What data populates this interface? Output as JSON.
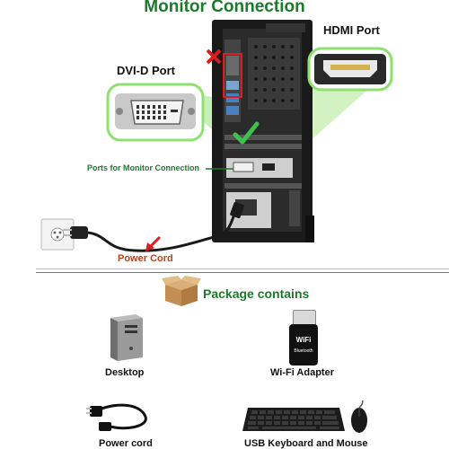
{
  "title": "Monitor Connection",
  "callouts": {
    "hdmi": "HDMI Port",
    "dvi": "DVI-D Port",
    "ports": "Ports for Monitor Connection",
    "power_cord": "Power Cord"
  },
  "package": {
    "heading": "Package contains",
    "items": [
      "Desktop",
      "Wi-Fi Adapter",
      "Power cord",
      "USB Keyboard and Mouse"
    ],
    "wifi_text": "WiFi",
    "bt_text": "Bluetooth"
  },
  "colors": {
    "title_green": "#1c7a2c",
    "callout_orange": "#b3441b",
    "highlight_green": "#8fe070",
    "reject_red": "#d61f1f",
    "tower_black": "#1a1a1a"
  },
  "icons": [
    "red-x-icon",
    "green-check-icon",
    "red-arrow-icon",
    "box-icon",
    "wall-socket-icon"
  ]
}
